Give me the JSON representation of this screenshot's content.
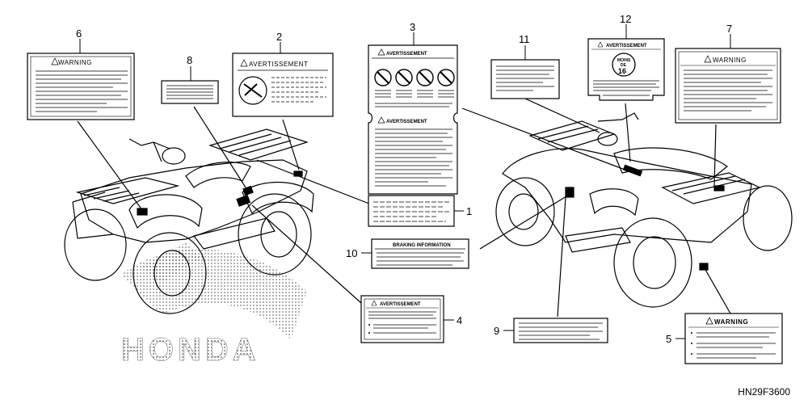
{
  "watermark": "HONDA",
  "diagram_code": "HN29F3600",
  "callouts": [
    "1",
    "2",
    "3",
    "4",
    "5",
    "6",
    "7",
    "8",
    "9",
    "10",
    "11",
    "12"
  ],
  "labels": {
    "l2_title": "AVERTISSEMENT",
    "l3_title": "AVERTISSEMENT",
    "l3_title_lower": "AVERTISSEMENT",
    "l4_title": "AVERTISSEMENT",
    "l5_title": "WARNING",
    "l6_title": "WARNING",
    "l7_title": "WARNING",
    "l10_title": "BRAKING INFORMATION",
    "l12_title": "AVERTISSEMENT",
    "l12_badge_line1": "MOINS",
    "l12_badge_line2": "DE",
    "l12_badge_line3": "16"
  },
  "colors": {
    "ink": "#000000",
    "paper": "#ffffff",
    "shade": "#888888"
  }
}
